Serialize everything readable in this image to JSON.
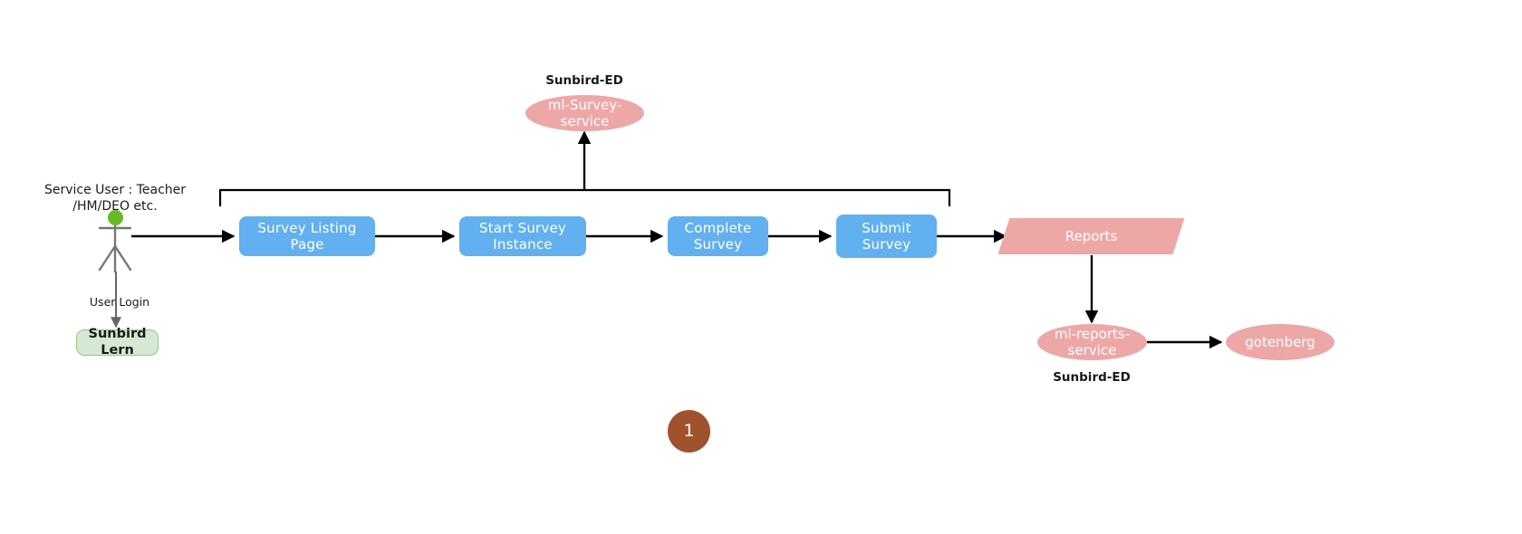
{
  "diagram": {
    "title_number": "1",
    "colors": {
      "process": "#62b0ef",
      "service": "#eda7a7",
      "lern": "#d5e8d4",
      "number_circle": "#a0522d",
      "actor_head": "#66bb22",
      "edge": "#000000"
    },
    "actor": {
      "label": "Service User : Teacher\n/HM/DEO etc."
    },
    "labels": {
      "user_login": "User Login",
      "sunbird_ed_top": "Sunbird-ED",
      "sunbird_ed_bottom": "Sunbird-ED"
    },
    "nodes": {
      "sunbird_lern": "Sunbird Lern",
      "ml_survey_service": "ml-Survey-service",
      "ml_reports_service": "ml-reports-service",
      "gotenberg": "gotenberg",
      "reports": "Reports"
    },
    "process_steps": [
      {
        "label": "Survey Listing Page"
      },
      {
        "label": "Start Survey Instance"
      },
      {
        "label": "Complete Survey"
      },
      {
        "label": "Submit Survey"
      }
    ]
  }
}
